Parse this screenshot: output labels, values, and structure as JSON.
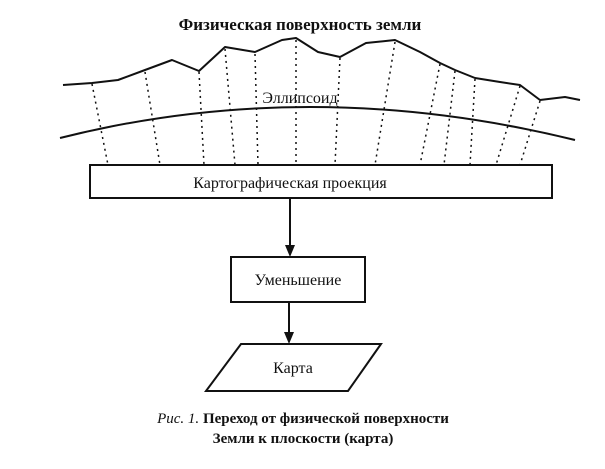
{
  "diagram": {
    "surface_label": "Физическая поверхность земли",
    "ellipsoid_label": "Эллипсоид",
    "projection_label": "Картографическая проекция",
    "reduction_label": "Уменьшение",
    "map_label": "Карта"
  },
  "caption": {
    "prefix": "Рис. 1.",
    "line1_rest": " Переход от физической поверхности",
    "line2": "Земли к плоскости (карта)"
  },
  "colors": {
    "ink": "#111111",
    "background": "#ffffff"
  }
}
